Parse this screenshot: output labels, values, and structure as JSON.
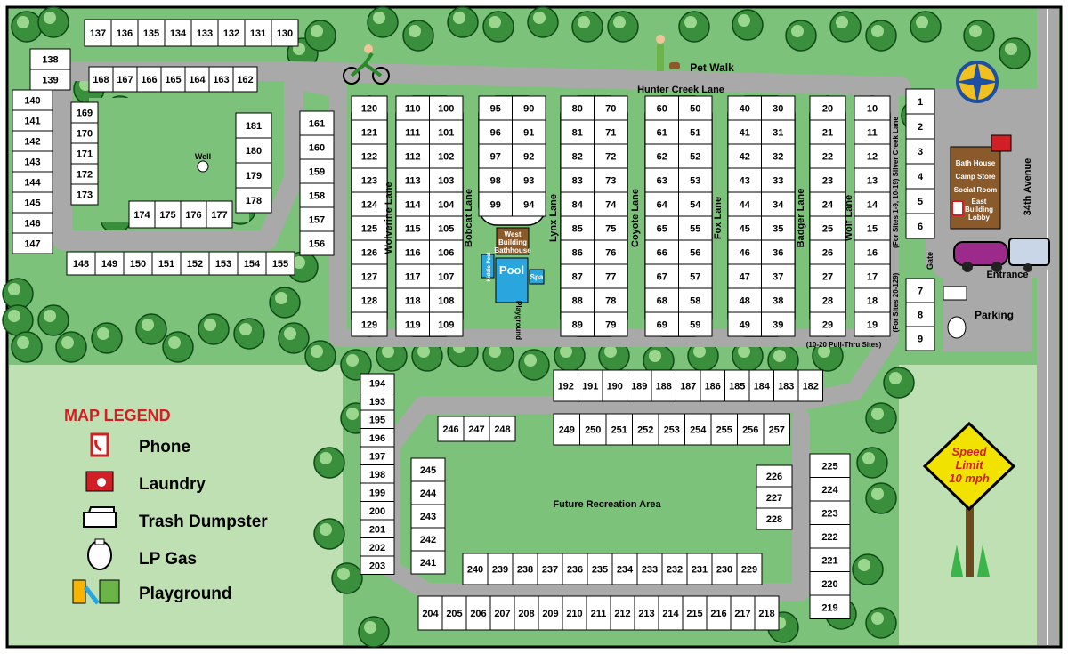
{
  "roads": {
    "hunter_creek": "Hunter Creek Lane",
    "avenue": "34th Avenue",
    "pet_walk": "Pet Walk",
    "entrance": "Entrance",
    "parking": "Parking",
    "gate": "Gate",
    "well": "Well",
    "future_rec": "Future Recreation Area",
    "pull_thru": "(10-20 Pull-Thru Sites)",
    "sites_1_9": "(For Sites 1-9, 10-19) Silver Creek Lane",
    "sites_20_129": "(For Sites 20-129)"
  },
  "lanes": [
    {
      "name": "Wolverine Lane"
    },
    {
      "name": "Bobcat Lane"
    },
    {
      "name": "Lynx Lane"
    },
    {
      "name": "Coyote Lane"
    },
    {
      "name": "Fox Lane"
    },
    {
      "name": "Badger Lane"
    },
    {
      "name": "Wolf Lane"
    }
  ],
  "buildings": {
    "west": [
      "West",
      "Building",
      "Bathhouse"
    ],
    "pool": "Pool",
    "spa": "Spa",
    "kiddie": "Kiddie Pool",
    "playground": "Playground",
    "east": [
      "Bath House",
      "Camp Store",
      "Social Room",
      "East",
      "Building",
      "Lobby"
    ]
  },
  "speed_sign": [
    "Speed",
    "Limit",
    "10 mph"
  ],
  "legend": {
    "title": "MAP LEGEND",
    "items": [
      {
        "label": "Phone",
        "icon": "phone-icon"
      },
      {
        "label": "Laundry",
        "icon": "laundry-icon"
      },
      {
        "label": "Trash Dumpster",
        "icon": "dumpster-icon"
      },
      {
        "label": "LP Gas",
        "icon": "lp-gas-icon"
      },
      {
        "label": "Playground",
        "icon": "playground-icon"
      }
    ]
  },
  "colors": {
    "grass": "#7cc27b",
    "light_grass": "#bfe0b3",
    "dark_green": "#1f6e2a",
    "road": "#a9a9a9",
    "site_fill": "#ffffff",
    "water": "#2aa5dd",
    "building": "#8b5a2b",
    "accent_red": "#d21f26",
    "sign_yellow": "#f2e200"
  },
  "sites": {
    "top_row": [
      "137",
      "136",
      "135",
      "134",
      "133",
      "132",
      "131",
      "130"
    ],
    "inner_top": [
      "168",
      "167",
      "166",
      "165",
      "164",
      "163",
      "162"
    ],
    "left_col": [
      "138",
      "139",
      "140",
      "141",
      "142",
      "143",
      "144",
      "145",
      "146",
      "147"
    ],
    "inner_left": [
      "169",
      "170",
      "171",
      "172",
      "173"
    ],
    "bottom_row": [
      "148",
      "149",
      "150",
      "151",
      "152",
      "153",
      "154",
      "155"
    ],
    "inner_bottom": [
      "174",
      "175",
      "176",
      "177"
    ],
    "right_outer": [
      "161",
      "160",
      "159",
      "158",
      "157",
      "156"
    ],
    "right_inner": [
      "181",
      "180",
      "179",
      "178"
    ],
    "lane_cols": [
      {
        "left": [
          "120",
          "121",
          "122",
          "123",
          "124",
          "125",
          "126",
          "127",
          "128",
          "129"
        ],
        "right": []
      },
      {
        "left": [
          "110",
          "111",
          "112",
          "113",
          "114",
          "115",
          "116",
          "117",
          "118",
          "119"
        ],
        "right": [
          "100",
          "101",
          "102",
          "103",
          "104",
          "105",
          "106",
          "107",
          "108",
          "109"
        ]
      },
      {
        "left": [
          "95",
          "96",
          "97",
          "98",
          "99"
        ],
        "right": [
          "90",
          "91",
          "92",
          "93",
          "94"
        ]
      },
      {
        "left": [
          "80",
          "81",
          "82",
          "83",
          "84",
          "85",
          "86",
          "87",
          "88",
          "89"
        ],
        "right": [
          "70",
          "71",
          "72",
          "73",
          "74",
          "75",
          "76",
          "77",
          "78",
          "79"
        ]
      },
      {
        "left": [
          "60",
          "61",
          "62",
          "63",
          "64",
          "65",
          "66",
          "67",
          "68",
          "69"
        ],
        "right": [
          "50",
          "51",
          "52",
          "53",
          "54",
          "55",
          "56",
          "57",
          "58",
          "59"
        ]
      },
      {
        "left": [
          "40",
          "41",
          "42",
          "43",
          "44",
          "45",
          "46",
          "47",
          "48",
          "49"
        ],
        "right": [
          "30",
          "31",
          "32",
          "33",
          "34",
          "35",
          "36",
          "37",
          "38",
          "39"
        ]
      },
      {
        "left": [
          "20",
          "21",
          "22",
          "23",
          "24",
          "25",
          "26",
          "27",
          "28",
          "29"
        ],
        "right": []
      },
      {
        "left": [
          "10",
          "11",
          "12",
          "13",
          "14",
          "15",
          "16",
          "17",
          "18",
          "19"
        ],
        "right": []
      }
    ],
    "east_col": [
      "1",
      "2",
      "3",
      "4",
      "5",
      "6",
      "7",
      "8",
      "9"
    ],
    "row_192": [
      "192",
      "191",
      "190",
      "189",
      "188",
      "187",
      "186",
      "185",
      "184",
      "183",
      "182"
    ],
    "row_249": [
      "249",
      "250",
      "251",
      "252",
      "253",
      "254",
      "255",
      "256",
      "257"
    ],
    "row_246": [
      "246",
      "247",
      "248"
    ],
    "col_193": [
      "194",
      "193",
      "195",
      "196",
      "197",
      "198",
      "199",
      "200",
      "201",
      "202",
      "203"
    ],
    "col_245": [
      "245",
      "244",
      "243",
      "242",
      "241"
    ],
    "col_226": [
      "226",
      "227",
      "228"
    ],
    "col_225": [
      "225",
      "224",
      "223",
      "222",
      "221",
      "220",
      "219"
    ],
    "row_240": [
      "240",
      "239",
      "238",
      "237",
      "236",
      "235",
      "234",
      "233",
      "232",
      "231",
      "230",
      "229"
    ],
    "row_204": [
      "204",
      "205",
      "206",
      "207",
      "208",
      "209",
      "210",
      "211",
      "212",
      "213",
      "214",
      "215",
      "216",
      "217",
      "218"
    ]
  }
}
